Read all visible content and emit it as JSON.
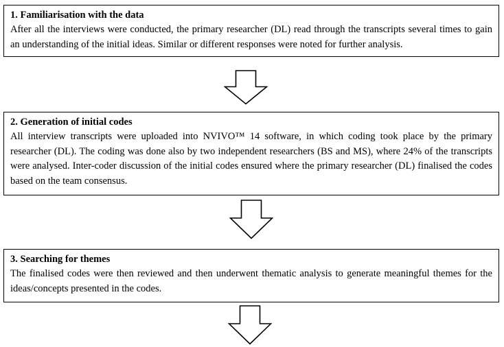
{
  "figure": {
    "steps": [
      {
        "title": "1. Familiarisation with the data",
        "body": "After all the interviews were conducted, the primary researcher (DL) read through the transcripts several times to gain an understanding of the initial ideas. Similar or different responses were noted for further analysis."
      },
      {
        "title": "2. Generation of initial codes",
        "body": "All interview transcripts were uploaded into NVIVO™ 14 software, in which coding took place by the primary researcher (DL). The coding was done also by two independent researchers (BS and MS), where 24% of the transcripts were analysed. Inter-coder discussion of the initial codes ensured where the primary researcher (DL) finalised the codes based on the team consensus."
      },
      {
        "title": "3. Searching for themes",
        "body": "The finalised codes were then reviewed and then underwent thematic analysis to generate meaningful themes for the ideas/concepts presented in the codes."
      }
    ],
    "icons": {
      "flow_arrow": "down-block-arrow"
    },
    "colors": {
      "background": "#ffffff",
      "box_border": "#000000",
      "arrow_fill": "#ffffff",
      "arrow_outline": "#000000",
      "text": "#000000"
    }
  }
}
